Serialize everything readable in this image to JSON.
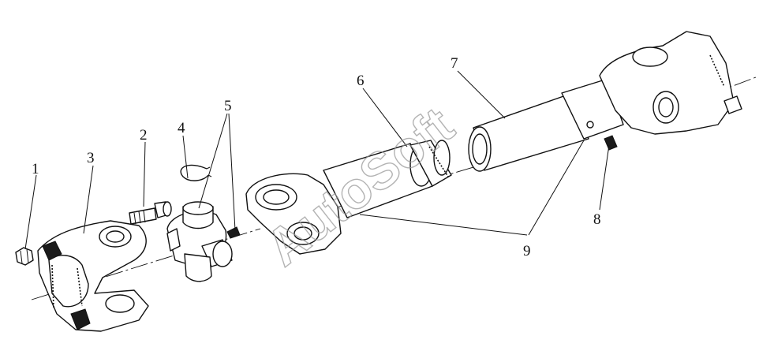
{
  "diagram": {
    "callouts": [
      {
        "id": "callout-1",
        "label": "1"
      },
      {
        "id": "callout-2",
        "label": "2"
      },
      {
        "id": "callout-3",
        "label": "3"
      },
      {
        "id": "callout-4",
        "label": "4"
      },
      {
        "id": "callout-5",
        "label": "5"
      },
      {
        "id": "callout-6",
        "label": "6"
      },
      {
        "id": "callout-7",
        "label": "7"
      },
      {
        "id": "callout-8",
        "label": "8"
      },
      {
        "id": "callout-9",
        "label": "9"
      }
    ],
    "watermark": "AutoSoft"
  }
}
